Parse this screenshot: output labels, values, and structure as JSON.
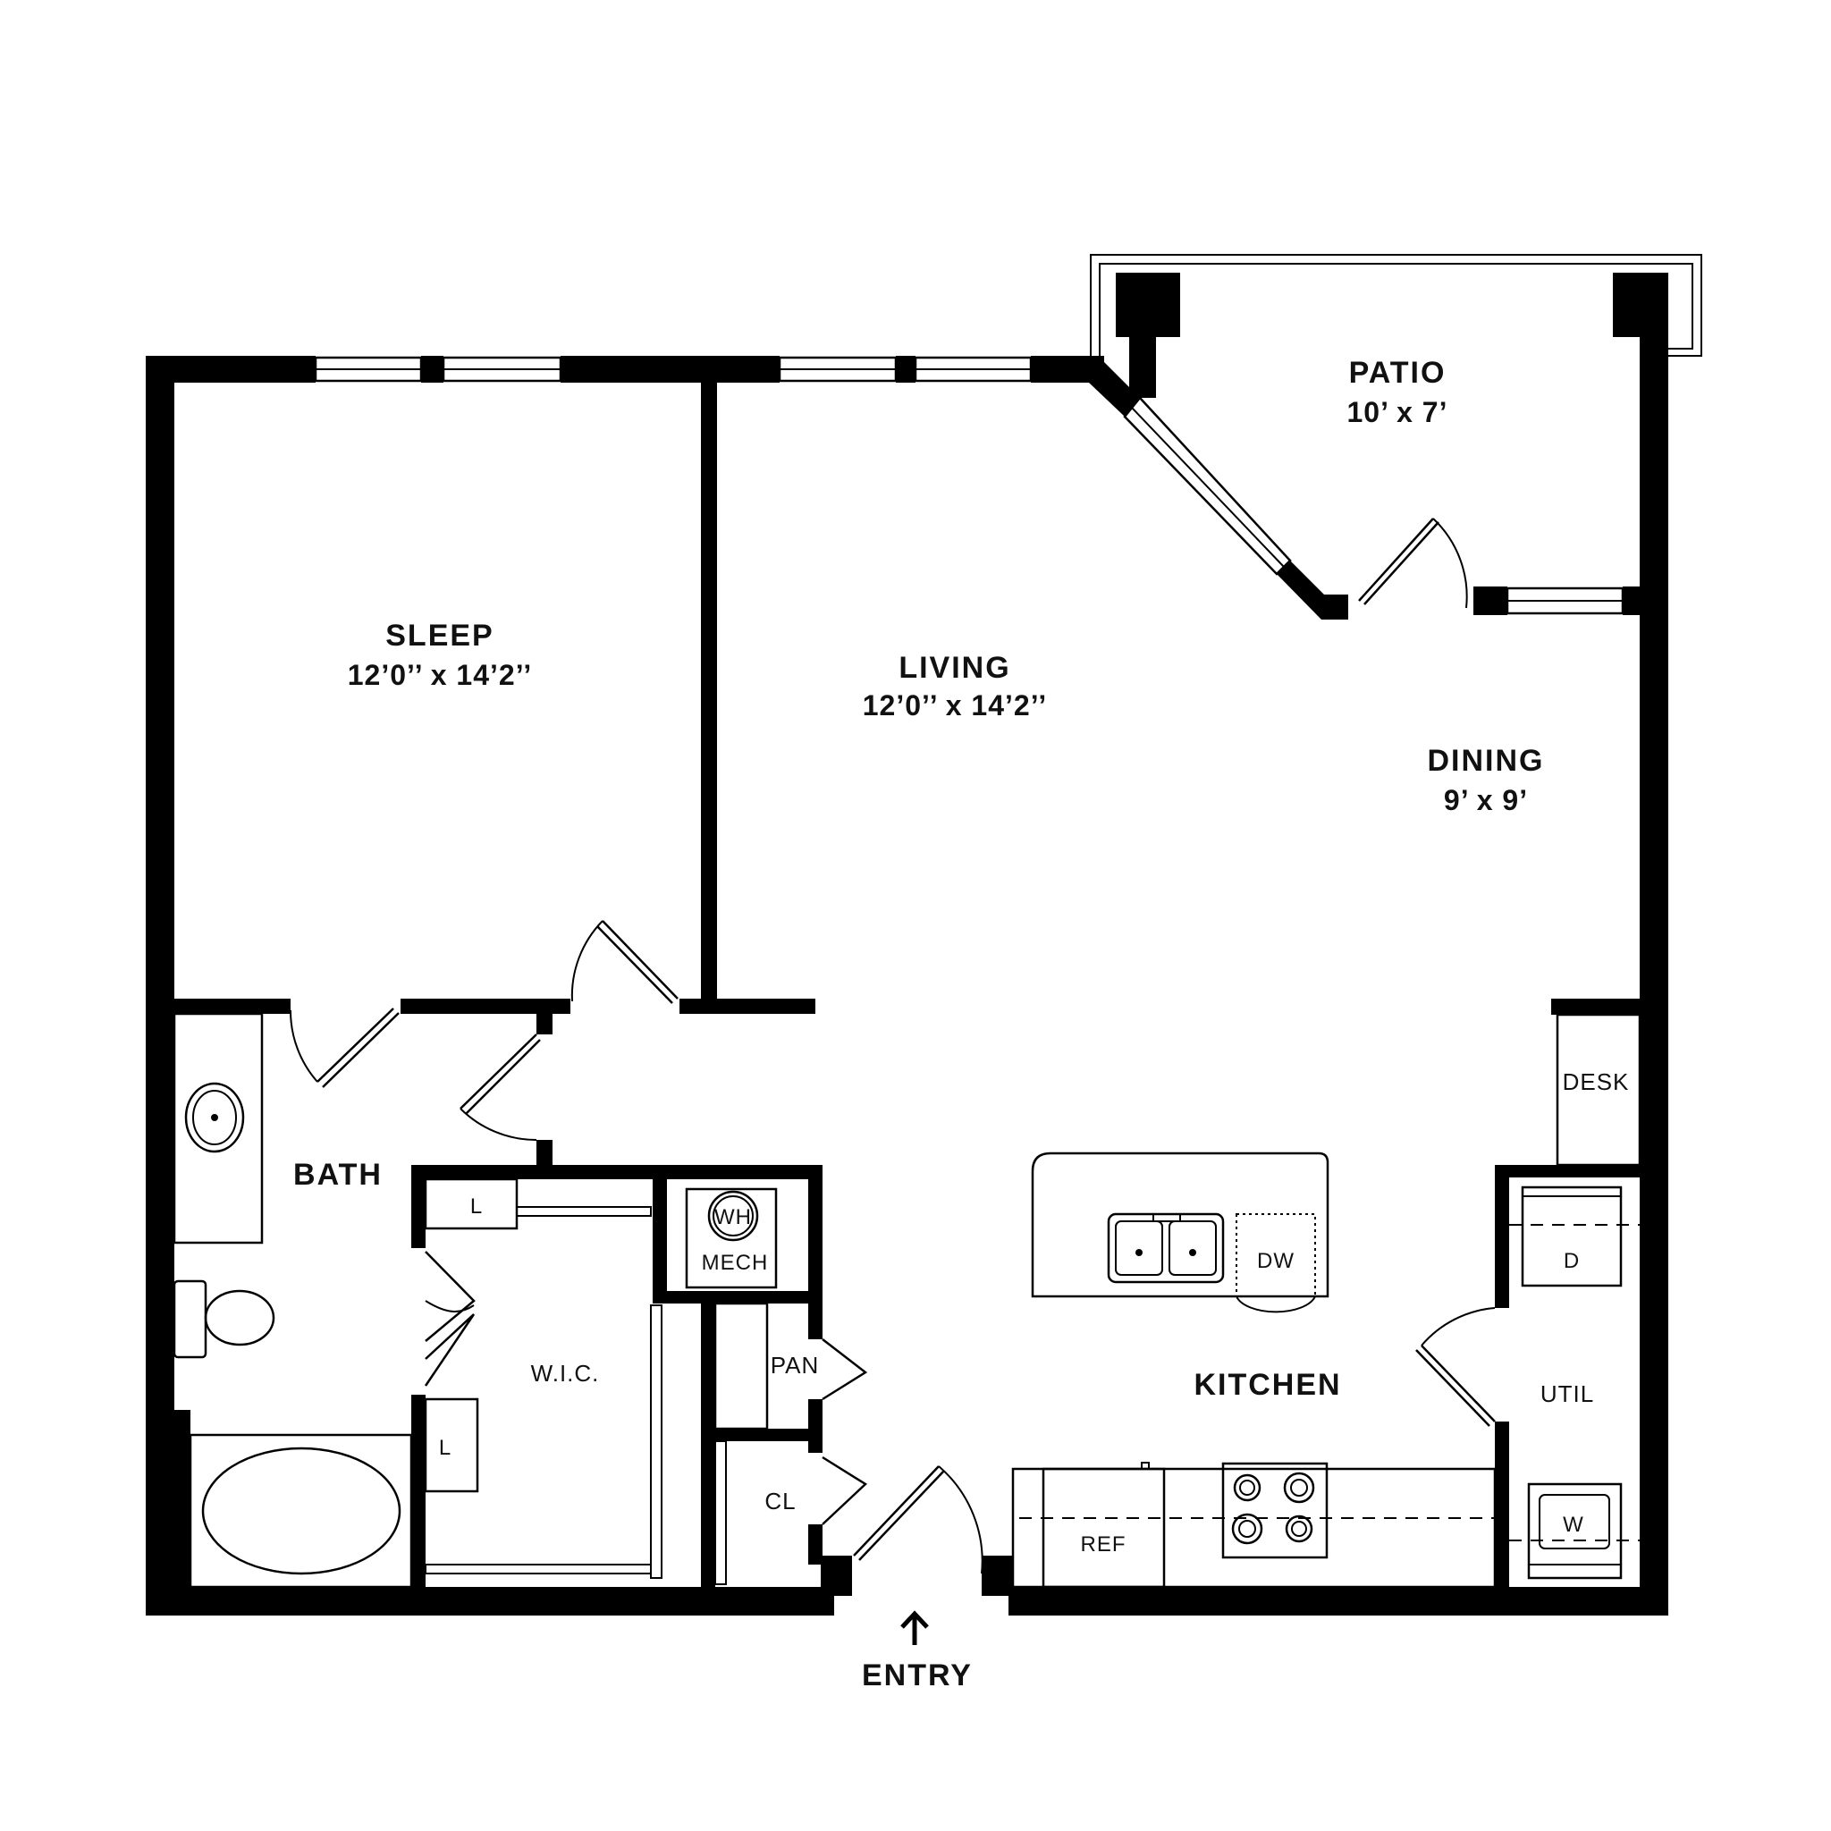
{
  "floor_plan": {
    "rooms": {
      "sleep": {
        "name": "SLEEP",
        "dims": "12’0’’ x 14’2’’"
      },
      "living": {
        "name": "LIVING",
        "dims": "12’0’’ x 14’2’’"
      },
      "patio": {
        "name": "PATIO",
        "dims": "10’ x 7’"
      },
      "dining": {
        "name": "DINING",
        "dims": "9’ x 9’"
      },
      "bath": {
        "name": "BATH"
      },
      "kitchen": {
        "name": "KITCHEN"
      },
      "wic": {
        "name": "W.I.C."
      },
      "util": {
        "name": "UTIL"
      },
      "desk": {
        "name": "DESK"
      },
      "pantry": {
        "name": "PAN"
      },
      "closet": {
        "name": "CL"
      }
    },
    "fixtures": {
      "water_heater": "WH",
      "mech": "MECH",
      "dishwasher": "DW",
      "refrigerator": "REF",
      "dryer": "D",
      "washer": "W",
      "linen_top": "L",
      "linen_bottom": "L"
    },
    "entry_label": "ENTRY"
  }
}
